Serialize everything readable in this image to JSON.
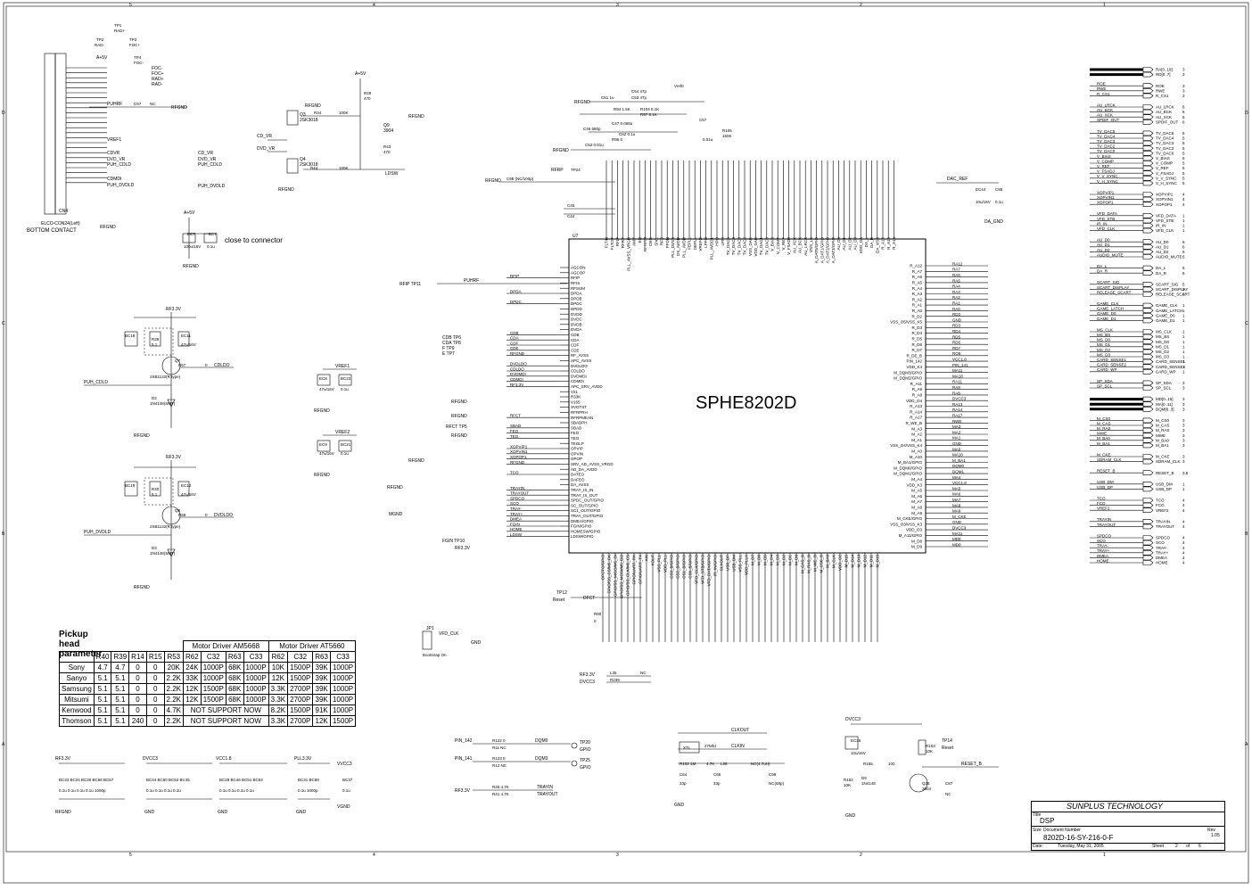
{
  "chip": {
    "main_label": "SPHE8202D",
    "ref": "U7"
  },
  "connector": {
    "ref": "CN4",
    "part": "ELCO-CON24(Left)",
    "caption": "BOTTOM CONTACT",
    "note": "close to connector"
  },
  "pickup_table": {
    "title": "Pickup head parameter",
    "group1": "Motor Driver AM5668",
    "group2": "Motor Driver AT5660",
    "headers": [
      "",
      "R40",
      "R39",
      "R14",
      "R15",
      "R53",
      "R62",
      "C32",
      "R63",
      "C33",
      "R62",
      "C32",
      "R63",
      "C33"
    ],
    "rows": [
      [
        "Sony",
        "4.7",
        "4.7",
        "0",
        "0",
        "20K",
        "24K",
        "1000P",
        "68K",
        "1000P",
        "10K",
        "1500P",
        "39K",
        "1000P"
      ],
      [
        "Sanyo",
        "5.1",
        "5.1",
        "0",
        "0",
        "2.2K",
        "33K",
        "1000P",
        "68K",
        "1000P",
        "12K",
        "1500P",
        "39K",
        "1000P"
      ],
      [
        "Samsung",
        "5.1",
        "5.1",
        "0",
        "0",
        "2.2K",
        "12K",
        "1500P",
        "68K",
        "1000P",
        "3.3K",
        "2700P",
        "39K",
        "1000P"
      ],
      [
        "Mitsumi",
        "5.1",
        "5.1",
        "0",
        "0",
        "2.2K",
        "12K",
        "1500P",
        "68K",
        "1000P",
        "3.3K",
        "2700P",
        "39K",
        "1000P"
      ],
      [
        "Kenwood",
        "5.1",
        "5.1",
        "0",
        "0",
        "4.7K",
        "NOT SUPPORT NOW",
        "",
        "",
        "",
        "8.2K",
        "1500P",
        "91K",
        "1000P"
      ],
      [
        "Thomson",
        "5.1",
        "5.1",
        "240",
        "0",
        "2.2K",
        "NOT SUPPORT NOW",
        "",
        "",
        "",
        "3.3K",
        "2700P",
        "12K",
        "1500P"
      ]
    ]
  },
  "title_block": {
    "company": "SUNPLUS TECHNOLOGY",
    "title_label": "Title",
    "title": "DSP",
    "size_label": "Size",
    "docnum_label": "Document Number",
    "docnum": "8202D-16-SY-216-0-F",
    "rev_label": "Rev",
    "rev": "1.05",
    "date_label": "Date:",
    "date": "Tuesday, May 31, 2005",
    "sheet_label": "Sheet",
    "sheet": "2",
    "of_label": "of",
    "of": "6"
  },
  "transistors": [
    {
      "ref": "Q3",
      "part": "2SK3018"
    },
    {
      "ref": "Q4",
      "part": "2SK3018"
    },
    {
      "ref": "Q9",
      "part": "3904"
    },
    {
      "ref": "Q7",
      "part": "2SB1132(R type)"
    },
    {
      "ref": "Q8",
      "part": "2SB1132(R type)"
    },
    {
      "ref": "Q25",
      "part": "3904"
    }
  ],
  "left_pins": [
    "AGCON",
    "AGCOP",
    "RFIP",
    "RFIS",
    "RFSUM",
    "DPDA",
    "DPDB",
    "DPDC",
    "DPDD",
    "DVDD",
    "DVDC",
    "DVDB",
    "DVDA",
    "CDB",
    "CDA",
    "CDF",
    "CDE",
    "RF_AVSS",
    "APC_AVSS",
    "DVDLDO",
    "CDLDO",
    "DVDMDI",
    "CDMDI",
    "APC_SRV_AVDD",
    "V21",
    "R33K",
    "V165",
    "SVOTST",
    "RFRPRH",
    "RFRPMEAN",
    "SBADPH",
    "SBAD",
    "FEO",
    "TEO",
    "TEOLP",
    "OPVIP",
    "OPVIN",
    "OPOP",
    "SRV_AD_AVSS_VRGD",
    "AD_DA_AVDD",
    "DATEO",
    "DAFEO",
    "DA_AVSS",
    "TRAY_IS_IN",
    "TRAY_IS_OUT",
    "SPDC_OUT/GPIO",
    "SC_OUT/GPIO",
    "SC1_OUT/GPIO",
    "TRAY_OUT/GPIO",
    "DMEA/GPIO",
    "FGIN/GPIO",
    "HOMESW/GPIO",
    "LDSW/GPIO"
  ],
  "right_pins": [
    "R_A12",
    "R_A7",
    "R_A6",
    "R_A5",
    "R_A4",
    "R_A3",
    "R_A2",
    "R_A1",
    "R_A0",
    "R_D2",
    "VSS_O5/VSS_K5",
    "R_D3",
    "R_D4",
    "R_D5",
    "R_D6",
    "R_D7",
    "R_DE_B",
    "PIN_142",
    "VDD_K4",
    "M_DQM3/GPIO",
    "M_DQM2/GPIO",
    "R_A11",
    "R_A9",
    "R_A8",
    "VDD_O4",
    "R_A13",
    "R_A14",
    "R_A17",
    "R_WE_B",
    "M_A3",
    "M_A2",
    "M_A1",
    "VSS_O4/VSS_K4",
    "M_A0",
    "M_A10",
    "M_BA1/GPIO",
    "M_DQM0/GPIO",
    "M_DQM1/GPIO",
    "M_A4",
    "VDD_K3",
    "M_A5",
    "M_A6",
    "M_A7",
    "M_A8",
    "M_A9",
    "M_CKE/GPIO",
    "VSS_O3/VSS_K3",
    "VDD_O3",
    "M_A11/GPIO",
    "M_D8",
    "M_D9"
  ],
  "right_nets": [
    "RA12",
    "RA7",
    "RA6",
    "RA5",
    "RA4",
    "RA3",
    "RA2",
    "RA1",
    "RA0",
    "RD2",
    "GND",
    "RD3",
    "RD4",
    "RD5",
    "RD6",
    "RD7",
    "ROE",
    "VCC1.8",
    "PIN_141",
    "MA11",
    "MA10",
    "RA11",
    "RA9",
    "RA8",
    "DVCC3",
    "RA13",
    "RA14",
    "RA17",
    "RWE",
    "MA3",
    "MA2",
    "MA1",
    "GND",
    "MA0",
    "MA10",
    "M_BA1",
    "DQM0",
    "DQM1",
    "MA4",
    "VCC1.8",
    "MA5",
    "MA6",
    "MA7",
    "MA8",
    "MA9",
    "M_CKE",
    "GND",
    "DVCC3",
    "MA11",
    "MD8",
    "MD9"
  ],
  "left_nets": [
    "",
    "",
    "RFIP",
    "",
    "",
    "DPDA",
    "",
    "DPDC",
    "",
    "",
    "",
    "",
    "",
    "CDB",
    "CDA",
    "CDF",
    "CDE",
    "RFGND",
    "",
    "DVDLDO",
    "CDLDO",
    "DVDMDI",
    "CDMDI",
    "RF3.3V",
    "",
    "",
    "",
    "",
    "",
    "RFCT",
    "",
    "SBAD",
    "FEO",
    "TEO",
    "",
    "XOPVIP1",
    "XOPVIN1",
    "XOPOP1",
    "RFGND",
    "",
    "TCO",
    "",
    "",
    "TRAYIN",
    "TRAYOUT",
    "SPDCO",
    "SCO",
    "TRAY-",
    "TRAY+",
    "DMEA",
    "FGIN",
    "HOME",
    "LDSW"
  ],
  "top_pins": [
    "FLTIN",
    "FLTOP",
    "RFIP",
    "RFRP",
    "PLL_AVSS_VRGD",
    "AMP",
    "EQ",
    "RFRPM",
    "DEG",
    "SIVL",
    "RFS",
    "PFDN",
    "PLL_DVSS",
    "DS_AVDD",
    "PLL_AVDD",
    "FEPLL",
    "DEPLL",
    "VREFO",
    "LPFO",
    "PLL_AVDD1",
    "HPO",
    "LPFI",
    "TV_DAC5",
    "TV_DAC4",
    "TV_DAC3",
    "TV_DAC2",
    "VSS_DAC",
    "VDD_DAC",
    "TV_DAC1",
    "TV_DAC0",
    "V_BIAS",
    "V_COMP",
    "V_REF",
    "V_FSADJ",
    "AU_XCK",
    "AU_BCK",
    "AU_LRCK",
    "VSS_LK",
    "A_DAT0/GPIO",
    "A_DAT1/GPIO",
    "A_DAT2/GPIO",
    "A_DAT3/GPIO",
    "AU_D0",
    "AU_D1",
    "AU_D2",
    "AU_D3",
    "VDD_DA",
    "DA_L",
    "DA_R",
    "DA_VSS",
    "R_A18",
    "R_A16",
    "R_A15"
  ],
  "bottom_pins": [
    "OPCTO/GPIO",
    "GPIO/SS_CS/M5_CK",
    "GPIO/SS_MISO/M5_DI",
    "GPIO/SS_MOSI/M5_DO",
    "GPIO/SS_CLK/M5_CS",
    "GPIO/UART_RX",
    "GPIO/UART_TX",
    "XIN",
    "XOUT",
    "VSS_PLL",
    "VDD_PLL",
    "CS3_B/GPIO",
    "CS2_B/GPIO",
    "CS1_B/GPIO",
    "CS0_B/GPIO",
    "VFD_CLK/GPIO",
    "VFD_STB/GPIO",
    "VFD_DATA/GPIO",
    "IR_IN/GPIO",
    "CLKOUT",
    "USB_DP",
    "USB_DM",
    "VSS_PLL",
    "VDD_PLLA",
    "M_D7",
    "M_D6",
    "M_D5",
    "M_D4",
    "M_D3",
    "M_D2",
    "M_D1",
    "M_D0",
    "M_CAS_B",
    "M_RAS_B",
    "M_WE_B",
    "M_CS0_B",
    "M_BA0",
    "M_CLK",
    "VDD_O2",
    "M_D15",
    "M_D14",
    "M_D13",
    "M_D12",
    "M_D11",
    "M_D10"
  ],
  "right_port_groups": [
    {
      "nets": [
        "RA[0..19]",
        "RD[0..7]"
      ],
      "nums": [
        "3",
        "3"
      ],
      "bus": true
    },
    {
      "nets": [
        "ROE",
        "RWE",
        "R_CS1"
      ],
      "nums": [
        "3",
        "3",
        "3"
      ]
    },
    {
      "nets": [
        "AU_LRCK",
        "AU_BCK",
        "AU_XCK",
        "SPDIF_OUT"
      ],
      "nums": [
        "6",
        "6",
        "6",
        "6"
      ]
    },
    {
      "nets": [
        "TV_DAC5",
        "TV_DAC4",
        "TV_DAC3",
        "TV_DAC2",
        "TV_DAC0",
        "V_BIAS",
        "V_COMP",
        "V_REF",
        "V_FSADJ",
        "V_V_SYNC",
        "V_H_SYNC"
      ],
      "nums": [
        "5",
        "5",
        "5",
        "5",
        "5",
        "5",
        "5",
        "5",
        "5",
        "5",
        "5"
      ]
    },
    {
      "nets": [
        "XOPVIP1",
        "XOPVIN1",
        "XOPOP1"
      ],
      "nums": [
        "4",
        "4",
        "4"
      ]
    },
    {
      "nets": [
        "VFD_DATA",
        "VFD_STB",
        "IR_IN",
        "VFD_CLK"
      ],
      "nums": [
        "1",
        "1",
        "1",
        "1"
      ]
    },
    {
      "nets": [
        "AU_D0",
        "AU_D1",
        "AU_D2",
        "AUDIO_MUTE"
      ],
      "nums": [
        "6",
        "6",
        "6",
        "6"
      ]
    },
    {
      "nets": [
        "DA_L",
        "DA_R"
      ],
      "nums": [
        "6",
        "6"
      ]
    },
    {
      "nets": [
        "SCART_SIG",
        "SCART_DISPLAY",
        "RELEASE_SCART"
      ],
      "nums": [
        "5",
        "5",
        "5"
      ]
    },
    {
      "nets": [
        "GAME_CLK",
        "GAME_LATCH",
        "GAME_D0",
        "GAME_D1"
      ],
      "nums": [
        "1",
        "1",
        "1",
        "1"
      ]
    },
    {
      "nets": [
        "MS_CLK",
        "MS_BS",
        "MS_D0",
        "MS_D1",
        "MS_D2",
        "MS_D3",
        "CARD_SENSE1",
        "CARD_SENSE2",
        "CARD_WP"
      ],
      "nums": [
        "1",
        "1",
        "1",
        "1",
        "1",
        "1",
        "1",
        "1",
        "1"
      ]
    },
    {
      "nets": [
        "SP_SDA",
        "SP_SCL"
      ],
      "nums": [
        "3",
        "3"
      ]
    },
    {
      "nets": [
        "MD[0..15]",
        "MA[0..11]",
        "DQM[0..3]"
      ],
      "nums": [
        "3",
        "3",
        "3"
      ],
      "bus": true
    },
    {
      "nets": [
        "M_CS0",
        "M_CAS",
        "M_RAS",
        "MWE",
        "M_BA0",
        "M_BA1"
      ],
      "nums": [
        "3",
        "3",
        "3",
        "3",
        "3",
        "3"
      ]
    },
    {
      "nets": [
        "M_CKE",
        "SDRAM_CLK"
      ],
      "nums": [
        "3",
        "3"
      ]
    },
    {
      "nets": [
        "RESET_B"
      ],
      "nums": [
        "3,6"
      ]
    },
    {
      "nets": [
        "USB_DM",
        "USB_DP"
      ],
      "nums": [
        "1",
        "1"
      ]
    },
    {
      "nets": [
        "TCO",
        "FCO",
        "VREF2"
      ],
      "nums": [
        "4",
        "4",
        "4"
      ]
    },
    {
      "nets": [
        "TRAYIN",
        "TRAYOUT"
      ],
      "nums": [
        "4",
        "4"
      ]
    },
    {
      "nets": [
        "SPDCO",
        "SCO",
        "TRAY-",
        "TRAY+",
        "DMEA",
        "HOME"
      ],
      "nums": [
        "4",
        "4",
        "4",
        "4",
        "4",
        "4"
      ]
    }
  ],
  "misc_labels": {
    "rfgnd": "RFGND",
    "gnd": "GND",
    "vgnd": "VGND",
    "rf33": "RF3.3V",
    "a5v": "A+5V",
    "dvcc3": "DVCC3",
    "vcc18": "VCC1.8",
    "pll33": "PLL3.3V",
    "vvcc3": "VVCC3",
    "puh_cdld": "PUH_CDLD",
    "puh_dvdld": "PUH_DVDLD",
    "cdldo": "CDLDO",
    "dvdldo": "DVDLDO",
    "cd_vr": "CD_VR",
    "dvd_vr": "DVD_VR",
    "ldsw": "LDSW",
    "vref1": "VREF1",
    "vref2": "VREF2",
    "dac_ref": "DAC_REF",
    "da_gnd": "DA_GND",
    "tp_reset": "Reset",
    "dfct": "DFCT",
    "bootstrap": "Bootstrap On",
    "vfd_clk": "VFD_CLK",
    "pin142": "PIN_142",
    "pin141": "PIN_141",
    "dqm0": "DQM0",
    "dqm3": "DQM3",
    "gpio": "GPIO",
    "trayin": "TRAYIN",
    "trayout": "TRAYOUT",
    "clkout": "CLKOUT",
    "clkin": "CLKIN",
    "xtal": "27Mhz",
    "reset_b": "RESET_B",
    "d9": "1N4148",
    "d2": "1N4148(SMT)",
    "d3": "1N4148(SMT)"
  }
}
